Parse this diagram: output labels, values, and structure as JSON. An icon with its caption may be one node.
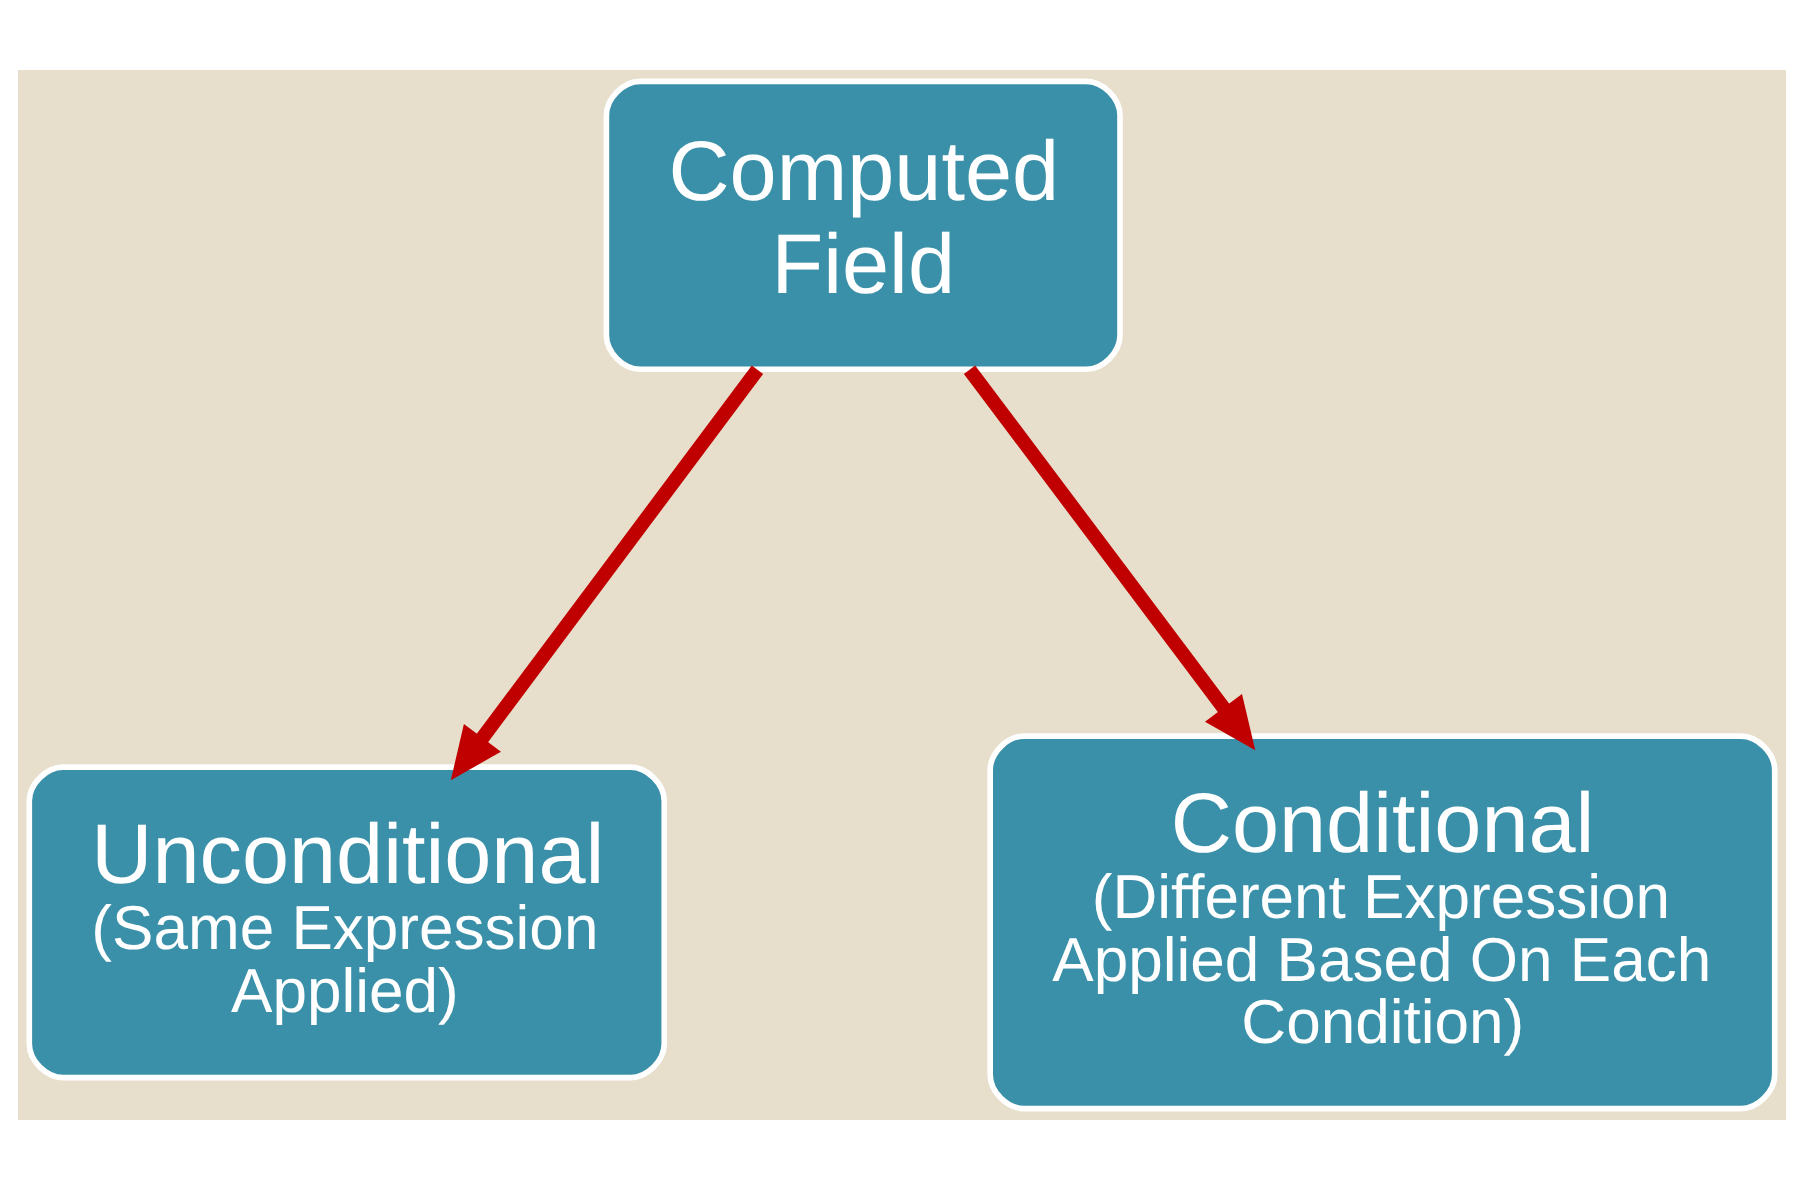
{
  "diagram": {
    "nodes": [
      {
        "text": [
          "Computed Field"
        ]
      },
      {
        "text": [
          "Unconditional",
          "(Same Expression Applied)"
        ]
      },
      {
        "text": [
          "Conditional",
          "(Different Expression Applied Based On Each Condition)"
        ]
      }
    ],
    "edges": [
      {
        "from": 0,
        "to": 1,
        "arrow": "to"
      },
      {
        "from": 0,
        "to": 2,
        "arrow": "to"
      }
    ]
  }
}
